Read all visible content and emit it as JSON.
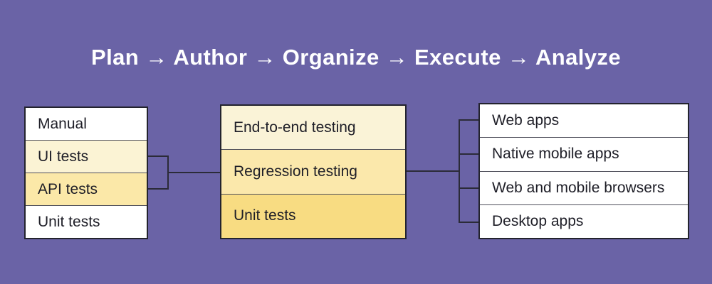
{
  "theme": {
    "page-bg": "#6A63A6",
    "line": "#2B2B38",
    "box-border": "#23232E",
    "title": "#FFFFFF",
    "text": "#1E1E27"
  },
  "title": {
    "text": "Plan → Author → Organize → Execute → Analyze"
  },
  "columns": [
    {
      "name": "test-types",
      "items": [
        {
          "label": "Manual",
          "bg": "#FFFFFF"
        },
        {
          "label": "UI tests",
          "bg": "#FBF3D4"
        },
        {
          "label": "API tests",
          "bg": "#FBE8A8"
        },
        {
          "label": "Unit tests",
          "bg": "#FFFFFF"
        }
      ]
    },
    {
      "name": "testing-kinds",
      "items": [
        {
          "label": "End-to-end testing",
          "bg": "#FAF3D7"
        },
        {
          "label": "Regression testing",
          "bg": "#FBE8AB"
        },
        {
          "label": "Unit tests",
          "bg": "#F8DC82"
        }
      ]
    },
    {
      "name": "platforms",
      "items": [
        {
          "label": "Web apps",
          "bg": "#FFFFFF"
        },
        {
          "label": "Native mobile apps",
          "bg": "#FFFFFF"
        },
        {
          "label": "Web and mobile browsers",
          "bg": "#FFFFFF"
        },
        {
          "label": "Desktop apps",
          "bg": "#FFFFFF"
        }
      ]
    }
  ]
}
